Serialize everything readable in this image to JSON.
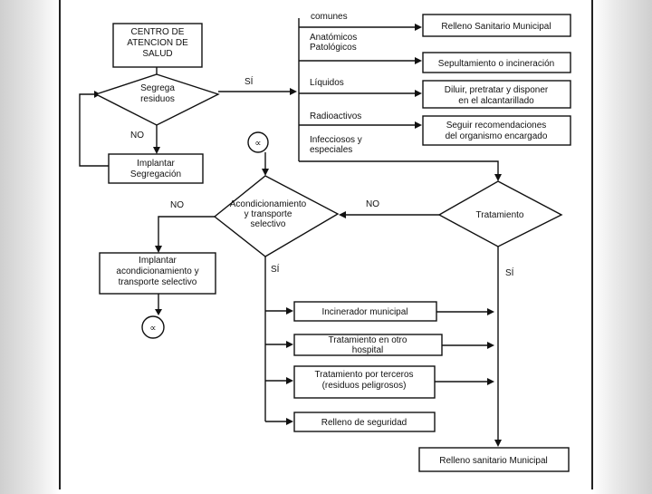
{
  "diagram": {
    "start": "CENTRO DE ATENCION DE SALUD",
    "segrega": "Segrega residuos",
    "implantar_seg": "Implantar Segregación",
    "acond": "Acondicionamiento y transporte selectivo",
    "implantar_acond": "Implantar acondicionamiento y transporte selectivo",
    "alpha": "∝",
    "tratamiento": "Tratamiento",
    "si": "SÍ",
    "no": "NO",
    "categories": [
      "comunes",
      "Anatómicos Patológicos",
      "Líquidos",
      "Radioactivos",
      "Infecciosos y especiales"
    ],
    "destinations": [
      "Relleno Sanitario Municipal",
      "Sepultamiento o incineración",
      "Diluir, pretratar y disponer en el alcantarillado",
      "Seguir recomendaciones del organismo encargado"
    ],
    "treatments": [
      "Incinerador municipal",
      "Tratamiento en otro hospital",
      "Tratamiento por terceros (residuos peligrosos)",
      "Relleno de seguridad"
    ],
    "final": "Relleno sanitario Municipal"
  }
}
